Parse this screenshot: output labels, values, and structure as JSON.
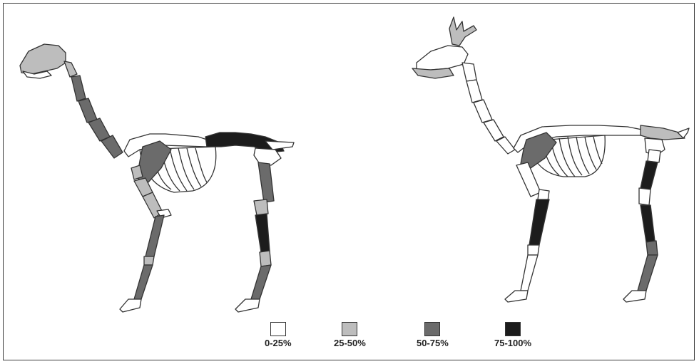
{
  "legend": {
    "items": [
      {
        "label": "0-25%",
        "color": "#ffffff"
      },
      {
        "label": "25-50%",
        "color": "#bdbdbd"
      },
      {
        "label": "50-75%",
        "color": "#6b6b6b"
      },
      {
        "label": "75-100%",
        "color": "#1c1c1c"
      }
    ]
  },
  "colors": {
    "outline": "#333333",
    "frame": "#3a3a3a"
  }
}
